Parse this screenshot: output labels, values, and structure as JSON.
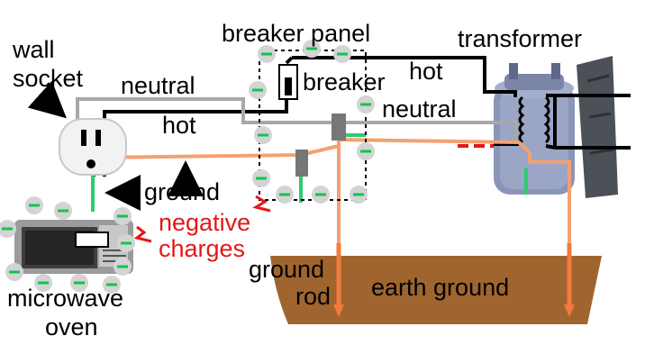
{
  "labels": {
    "wall_socket_line1": "wall",
    "wall_socket_line2": "socket",
    "breaker_panel": "breaker panel",
    "breaker": "breaker",
    "transformer": "transformer",
    "hot_top": "hot",
    "neutral_top": "neutral",
    "hot_left": "hot",
    "neutral_right": "neutral",
    "ground": "ground",
    "negative_line1": "negative",
    "negative_line2": "charges",
    "ground_rod_line1": "ground",
    "ground_rod_line2": "rod",
    "earth_ground": "earth ground",
    "microwave_line1": "microwave",
    "microwave_line2": "oven"
  },
  "colors": {
    "hot_wire": "#000000",
    "neutral_wire": "#a8a8a8",
    "ground_wire": "#2ecc71",
    "rod": "#f47a3c",
    "earth": "#a0652e",
    "charge_sign": "#11c451",
    "charge_bubble": "#d4d4d4",
    "warning_text": "#e31818",
    "transformer_body": "#8b95b8"
  },
  "icons": {
    "charge": "negative-charge-icon",
    "arrow": "pointer-arrow-icon",
    "spark": "spark-icon"
  }
}
